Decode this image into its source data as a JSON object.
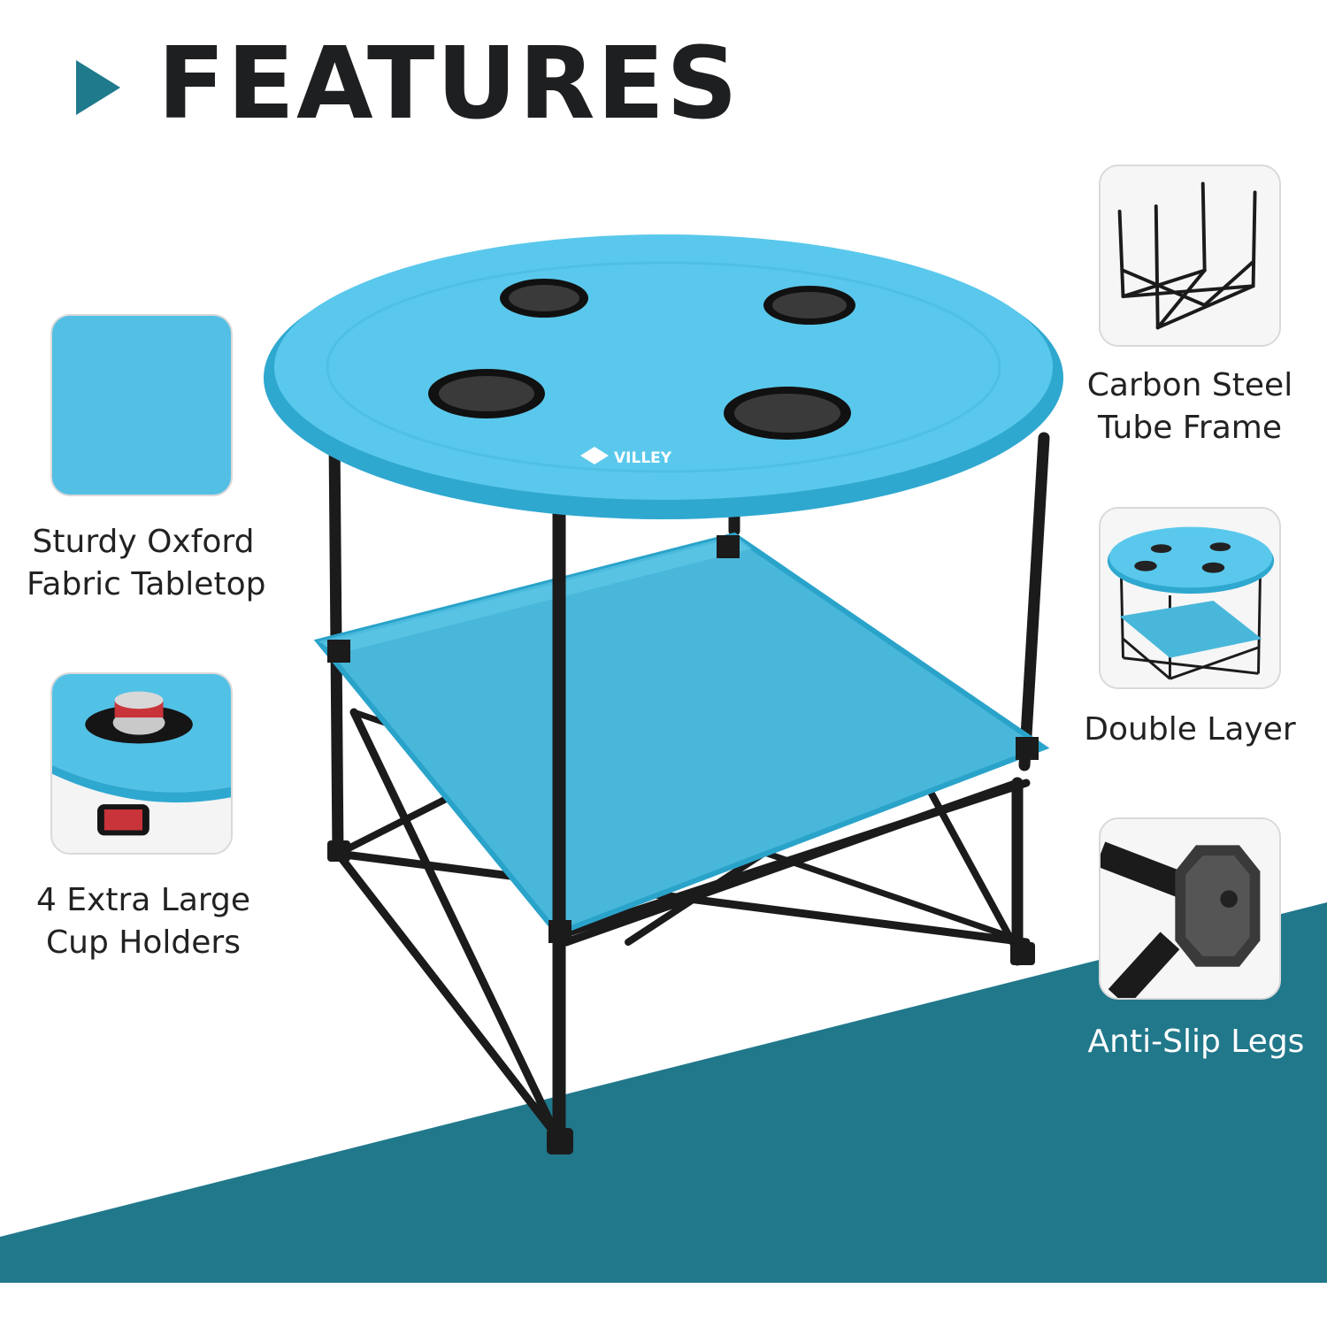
{
  "header": {
    "title": "FEATURES"
  },
  "product": {
    "brand_logo_text": "VILLEY"
  },
  "features": {
    "fabric": {
      "label_line1": "Sturdy Oxford",
      "label_line2": "Fabric Tabletop",
      "icon": "fabric-swatch-icon"
    },
    "cups": {
      "label_line1": "4 Extra Large",
      "label_line2": "Cup Holders",
      "icon": "cup-holder-icon"
    },
    "frame": {
      "label_line1": "Carbon Steel",
      "label_line2": "Tube Frame",
      "icon": "steel-frame-icon"
    },
    "layer": {
      "label": "Double Layer",
      "icon": "double-layer-table-icon"
    },
    "legs": {
      "label": "Anti-Slip Legs",
      "icon": "anti-slip-foot-icon"
    }
  },
  "colors": {
    "accent_teal": "#1f7a8c",
    "fabric_blue": "#4cc3e6",
    "frame_black": "#1b1b1b",
    "title_text": "#1e1f21"
  }
}
